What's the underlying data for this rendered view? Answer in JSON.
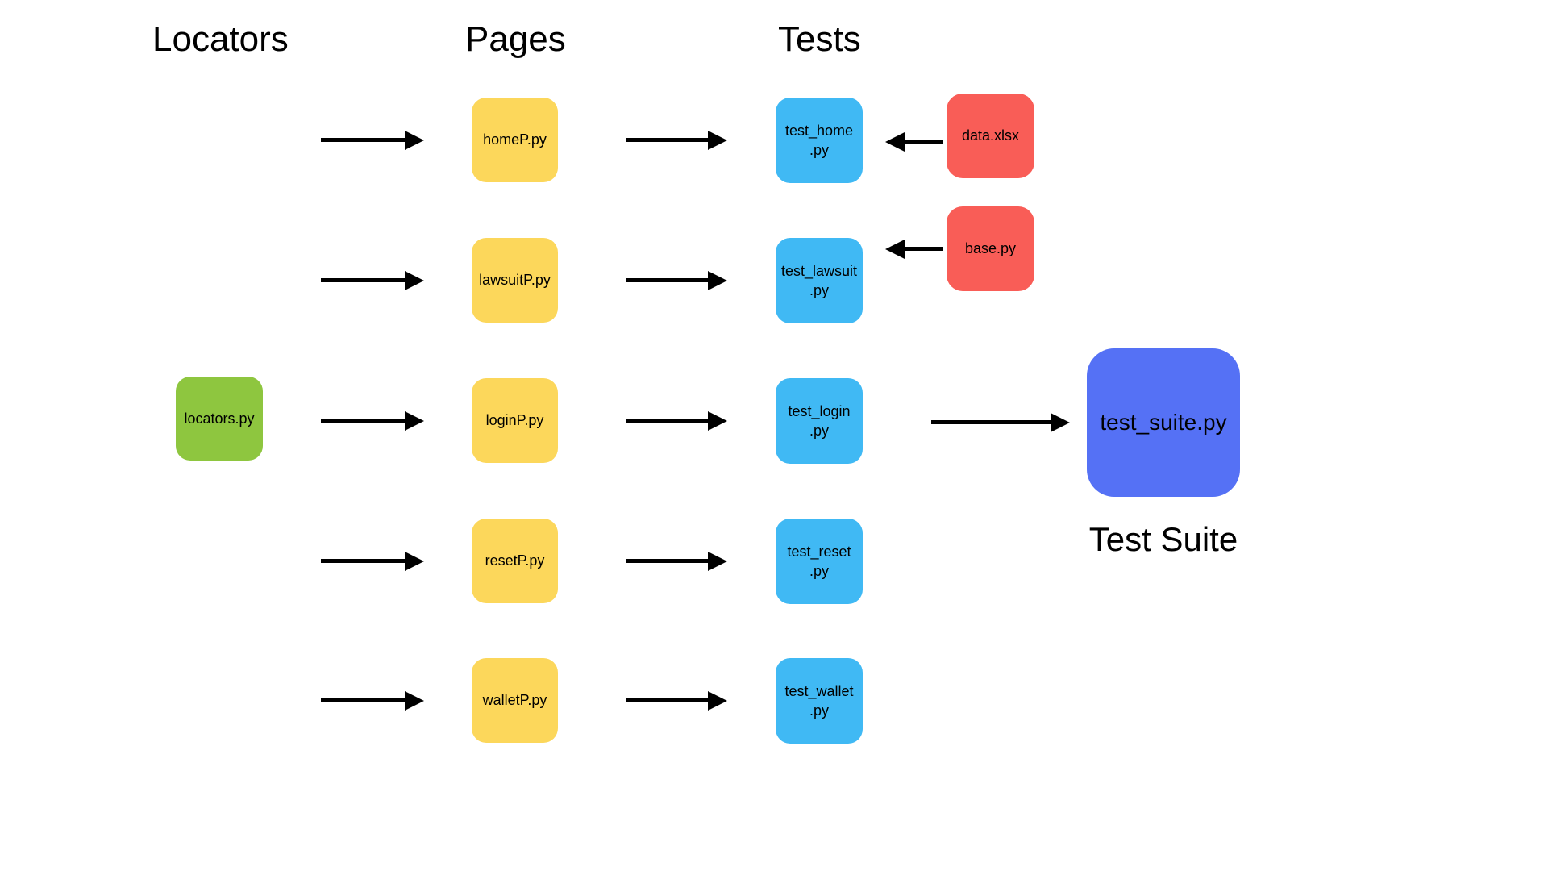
{
  "diagram": {
    "headers": {
      "locators": "Locators",
      "pages": "Pages",
      "tests": "Tests"
    },
    "locators_file": "locators.py",
    "page_files": [
      "homeP.py",
      "lawsuitP.py",
      "loginP.py",
      "resetP.py",
      "walletP.py"
    ],
    "test_files": [
      "test_home\n.py",
      "test_lawsuit\n.py",
      "test_login\n.py",
      "test_reset\n.py",
      "test_wallet\n.py"
    ],
    "data_files": [
      "data.xlsx",
      "base.py"
    ],
    "suite": {
      "file": "test_suite.py",
      "caption": "Test Suite"
    },
    "colors": {
      "background": "#ffffff",
      "locators_node": "#8ec63f",
      "page_node": "#fcd75b",
      "test_node": "#40b9f4",
      "data_node": "#f95d57",
      "suite_node": "#5571f5",
      "arrow": "#000000",
      "text": "#000000"
    }
  }
}
